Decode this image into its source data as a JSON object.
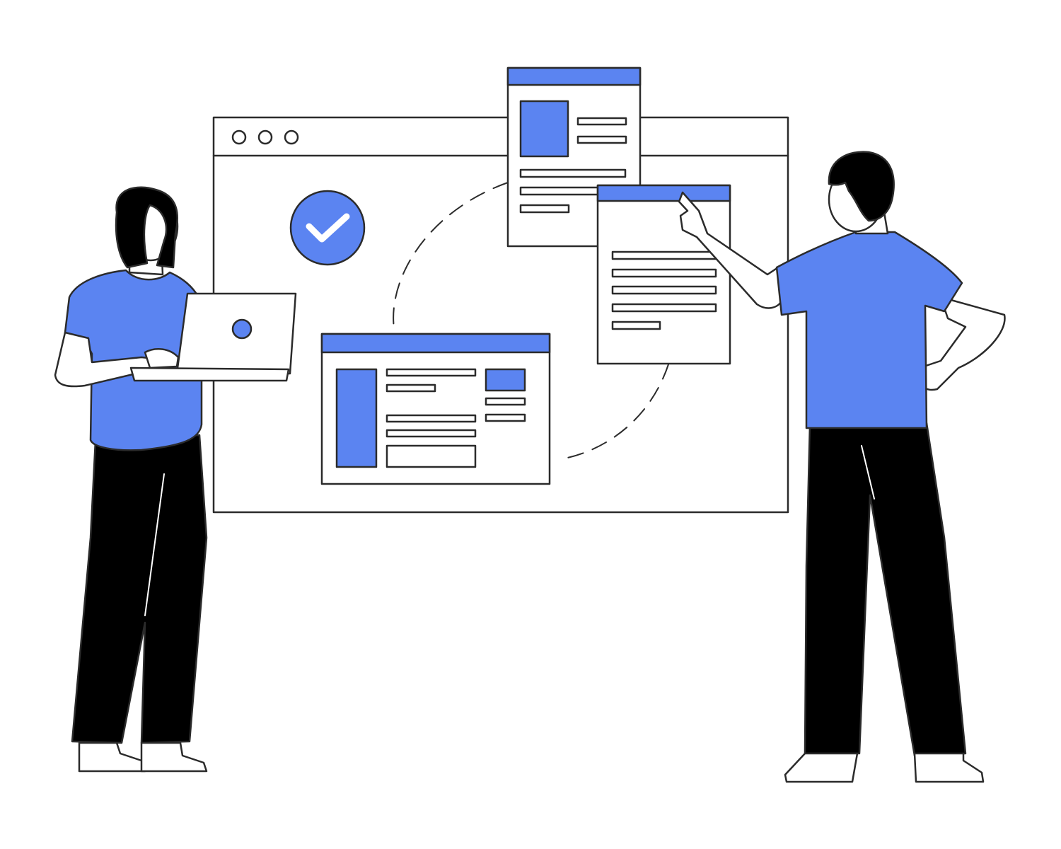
{
  "illustration": {
    "browser_window": {
      "window_controls": [
        "dot-1",
        "dot-2",
        "dot-3"
      ],
      "status_icon": "checkmark-circle-icon"
    },
    "cards": [
      {
        "name": "profile-card"
      },
      {
        "name": "list-card"
      },
      {
        "name": "dashboard-card"
      }
    ],
    "people": [
      {
        "name": "woman-with-laptop"
      },
      {
        "name": "man-pointing"
      }
    ]
  },
  "colors": {
    "accent": "#5B84F1",
    "outline": "#2b2b2b",
    "pants": "#000000",
    "background": "#ffffff"
  }
}
